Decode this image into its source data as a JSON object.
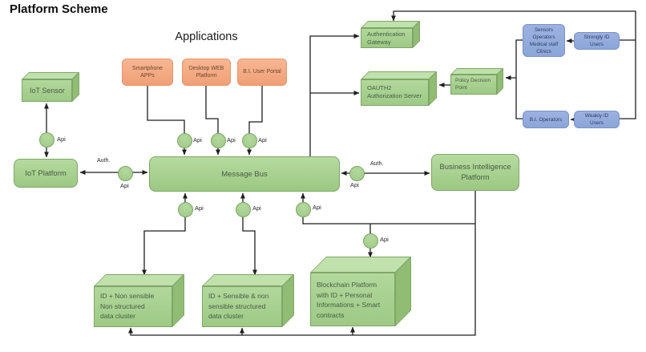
{
  "title": "Platform Scheme",
  "heading": "Applications",
  "labels": {
    "api": "Api",
    "auth": "Auth."
  },
  "colors": {
    "green_fill": "#a9d18e",
    "green_border": "#7ea667",
    "orange_fill": "#f4a77f",
    "orange_border": "#e8946c",
    "blue_fill": "#8faadc",
    "blue_border": "#7b91c9",
    "connector": "#1f1f1f",
    "background": "#ffffff"
  },
  "nodes": {
    "iot_sensor": {
      "lines": [
        "IoT Sensor"
      ]
    },
    "smartphone_apps": {
      "lines": [
        "Smartphone",
        "APPs"
      ]
    },
    "desktop_web_platform": {
      "lines": [
        "Desktop WEB",
        "Platform"
      ]
    },
    "bi_user_portal": {
      "lines": [
        "B.I. User Portal"
      ]
    },
    "iot_platform": {
      "lines": [
        "IoT Platform"
      ]
    },
    "message_bus": {
      "lines": [
        "Message Bus"
      ]
    },
    "auth_gateway": {
      "lines": [
        "Authentication",
        "Gateway"
      ]
    },
    "oauth2_server": {
      "lines": [
        "OAUTH2",
        "Authorization Server"
      ]
    },
    "policy_decision_point": {
      "lines": [
        "Policy Decision",
        "Point"
      ]
    },
    "sensors_group": {
      "lines": [
        "Sensors",
        "Operators",
        "Medical staff",
        "Clinics"
      ]
    },
    "strongly_id_users": {
      "lines": [
        "Strongly ID",
        "Users"
      ]
    },
    "bi_operators": {
      "lines": [
        "B.I. Operators"
      ]
    },
    "weakly_id_users": {
      "lines": [
        "Weakly ID",
        "Users"
      ]
    },
    "bi_platform": {
      "lines": [
        "Business Intelligence",
        "Platform"
      ]
    },
    "cluster_non_structured": {
      "lines": [
        "ID + Non sensible",
        "Non structured",
        "data cluster"
      ]
    },
    "cluster_structured": {
      "lines": [
        "ID + Sensible & non",
        "sensible structured",
        "data cluster"
      ]
    },
    "blockchain_platform": {
      "lines": [
        "Blockchain Platform",
        "with ID + Personal",
        "Informations + Smart",
        "contracts"
      ]
    }
  }
}
